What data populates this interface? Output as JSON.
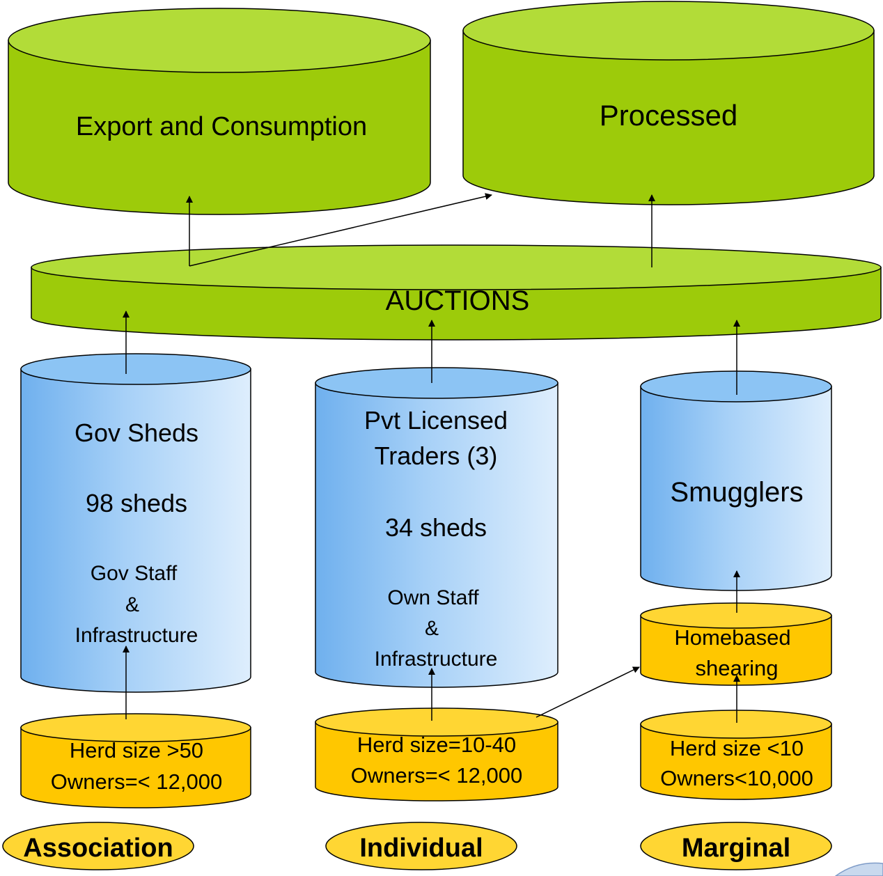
{
  "colors": {
    "green_top": "#b2dc38",
    "green_body": "#9dcb0a",
    "blue_top": "#8cc4f4",
    "blue_body_light": "#d8ecfc",
    "blue_body_dark": "#74b4ee",
    "yellow_top": "#ffd633",
    "yellow_body": "#ffc700",
    "outline": "#000000"
  },
  "top": {
    "export_label": "Export and Consumption",
    "processed_label": "Processed"
  },
  "auctions": {
    "label": "AUCTIONS"
  },
  "gov": {
    "title": "Gov Sheds",
    "count": "98 sheds",
    "staff_line1": "Gov Staff",
    "staff_line2": "&",
    "staff_line3": "Infrastructure"
  },
  "pvt": {
    "title_line1": "Pvt Licensed",
    "title_line2": "Traders (3)",
    "count": "34 sheds",
    "staff_line1": "Own Staff",
    "staff_line2": "&",
    "staff_line3": "Infrastructure"
  },
  "smugglers": {
    "label": "Smugglers"
  },
  "homebased": {
    "line1": "Homebased",
    "line2": "shearing"
  },
  "herds": {
    "association": {
      "line1": "Herd size >50",
      "line2": "Owners=< 12,000"
    },
    "individual": {
      "line1": "Herd size=10-40",
      "line2": "Owners=< 12,000"
    },
    "marginal": {
      "line1": "Herd size <10",
      "line2": "Owners<10,000"
    }
  },
  "categories": {
    "association": "Association",
    "individual": "Individual",
    "marginal": "Marginal"
  }
}
